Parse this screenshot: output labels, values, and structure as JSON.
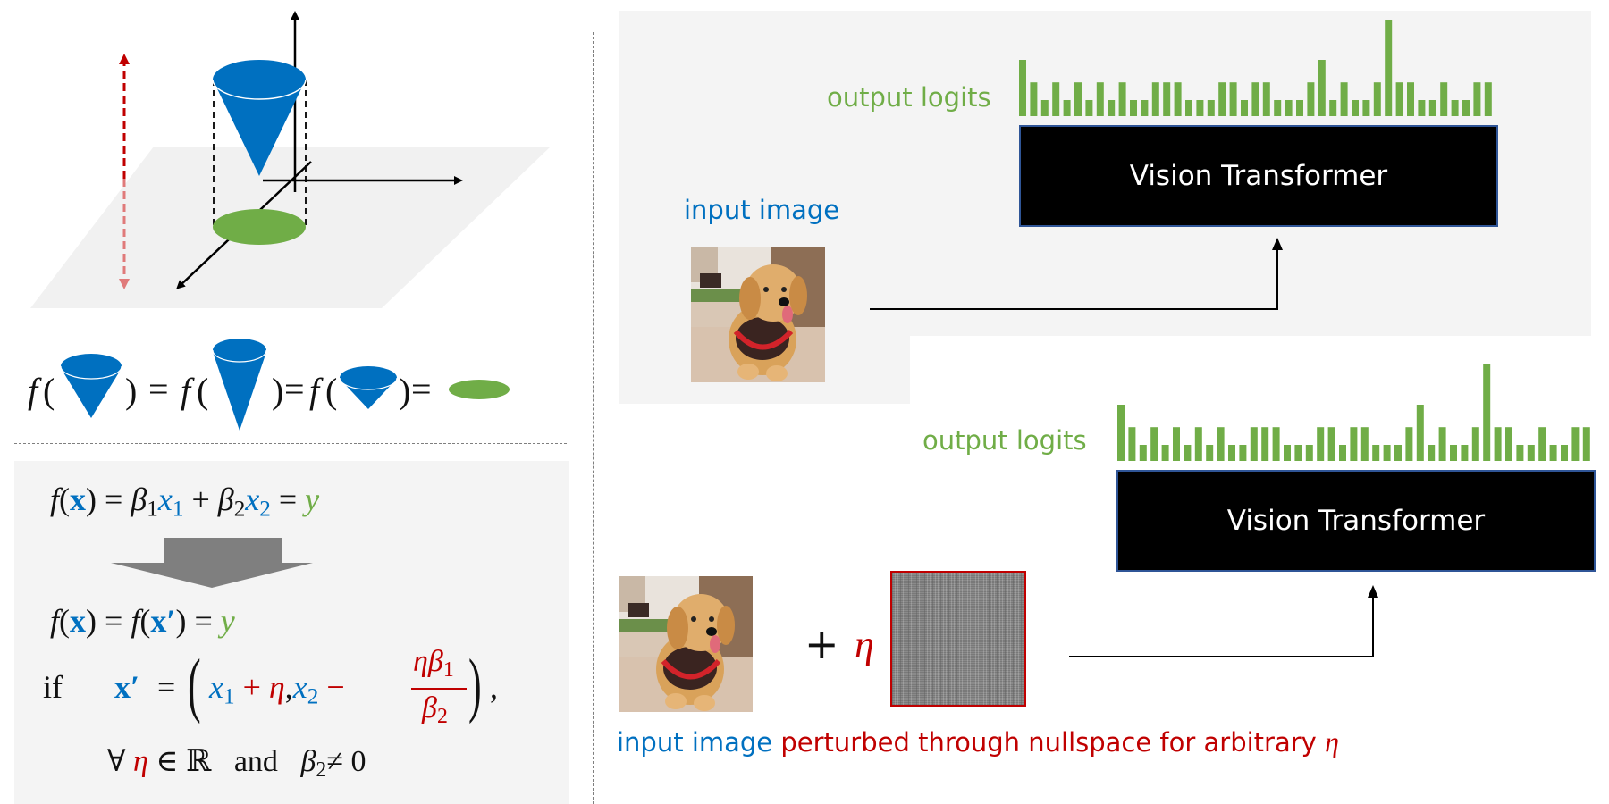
{
  "left_top": {
    "formula_prefix": "f",
    "open_paren": "(",
    "close_paren": ")",
    "equals": "="
  },
  "equations": {
    "line1": {
      "f": "f",
      "x": "x",
      "eq1": "=",
      "beta1": "β",
      "sub1": "1",
      "x1": "x",
      "x1sub": "1",
      "plus": "+",
      "beta2": "β",
      "sub2": "2",
      "x2": "x",
      "x2sub": "2",
      "eq2": "=",
      "y": "y"
    },
    "line2": {
      "f1": "f",
      "x": "x",
      "eq1": "=",
      "f2": "f",
      "xp": "x′",
      "eq2": "=",
      "y": "y"
    },
    "line3": {
      "if": "if",
      "xp": "x′",
      "eq": "=",
      "x1": "x",
      "x1sub": "1",
      "plus": "+",
      "eta": "η",
      "comma": ",",
      "x2": "x",
      "x2sub": "2",
      "minus": "−",
      "num_eta": "η",
      "num_beta": "β",
      "num_sub": "1",
      "den_beta": "β",
      "den_sub": "2",
      "trail": ","
    },
    "line4": {
      "forall": "∀",
      "eta": "η",
      "in": "∈",
      "reals": "ℝ",
      "and": "and",
      "beta": "β",
      "sub": "2",
      "neq": "≠ 0"
    }
  },
  "top_pipeline": {
    "output_label": "output logits",
    "model_label": "Vision Transformer",
    "input_label": "input image"
  },
  "bottom_pipeline": {
    "output_label": "output logits",
    "model_label": "Vision Transformer",
    "plus": "+",
    "eta": "η",
    "caption_blue": "input image",
    "caption_red": "perturbed through nullspace for arbitrary",
    "caption_eta": "η"
  },
  "colors": {
    "blue": "#0070c0",
    "green": "#70ad47",
    "red": "#c00000",
    "panel": "#f4f4f4",
    "box_border": "#2f5597"
  },
  "chart_data": [
    {
      "type": "bar",
      "title": "output logits (original input)",
      "xlabel": "",
      "ylabel": "",
      "categories": [],
      "values": [
        3.5,
        2.1,
        1,
        2.1,
        1,
        2.1,
        1,
        2.1,
        1,
        2.1,
        1,
        1,
        2.1,
        2.1,
        2.1,
        1,
        1,
        1,
        2.1,
        2.1,
        1,
        2.1,
        2.1,
        1,
        1,
        1,
        2.1,
        3.5,
        1,
        2.1,
        1,
        1,
        2.1,
        6,
        2.1,
        2.1,
        1,
        1,
        2.1,
        1,
        1,
        2.1,
        2.1
      ],
      "ylim": [
        0,
        6
      ],
      "grid": false
    },
    {
      "type": "bar",
      "title": "output logits (perturbed input)",
      "xlabel": "",
      "ylabel": "",
      "categories": [],
      "values": [
        3.5,
        2.1,
        1,
        2.1,
        1,
        2.1,
        1,
        2.1,
        1,
        2.1,
        1,
        1,
        2.1,
        2.1,
        2.1,
        1,
        1,
        1,
        2.1,
        2.1,
        1,
        2.1,
        2.1,
        1,
        1,
        1,
        2.1,
        3.5,
        1,
        2.1,
        1,
        1,
        2.1,
        6,
        2.1,
        2.1,
        1,
        1,
        2.1,
        1,
        1,
        2.1,
        2.1
      ],
      "ylim": [
        0,
        6
      ],
      "grid": false
    }
  ]
}
